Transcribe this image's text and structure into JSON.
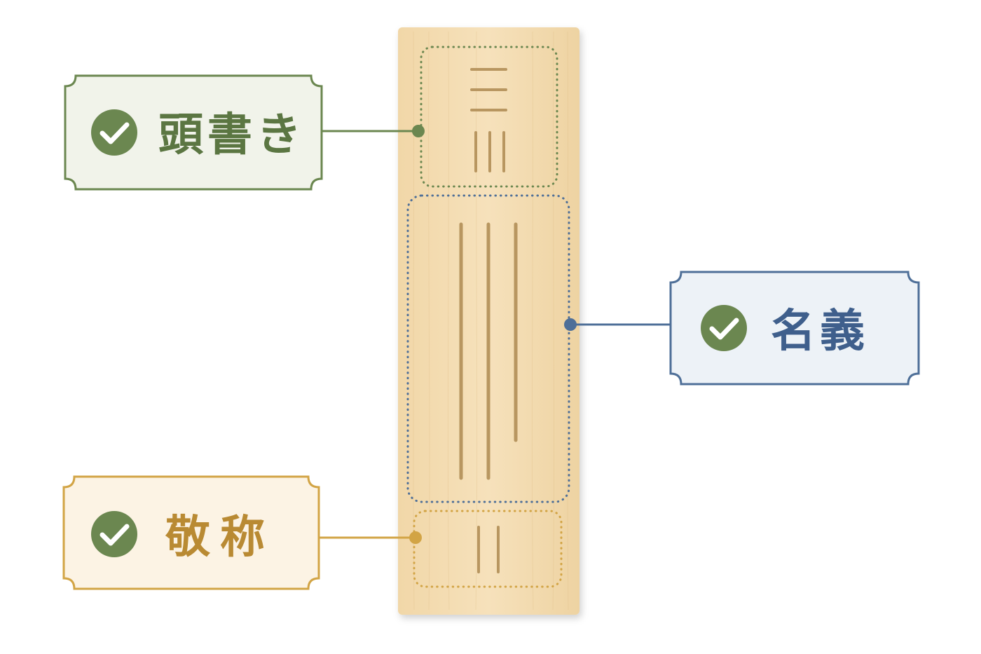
{
  "colors": {
    "green": "#6b8750",
    "blue": "#4e6f98",
    "gold": "#d2a445",
    "wood": "#f3dcb2",
    "wood_edge": "#e7c894",
    "strokes": "#b89660",
    "check_circle": "#6b8750"
  },
  "labels": {
    "header": {
      "text": "頭書き",
      "icon": "check-circle-icon"
    },
    "name": {
      "text": "名義",
      "icon": "check-circle-icon"
    },
    "honorific": {
      "text": "敬称",
      "icon": "check-circle-icon"
    }
  }
}
